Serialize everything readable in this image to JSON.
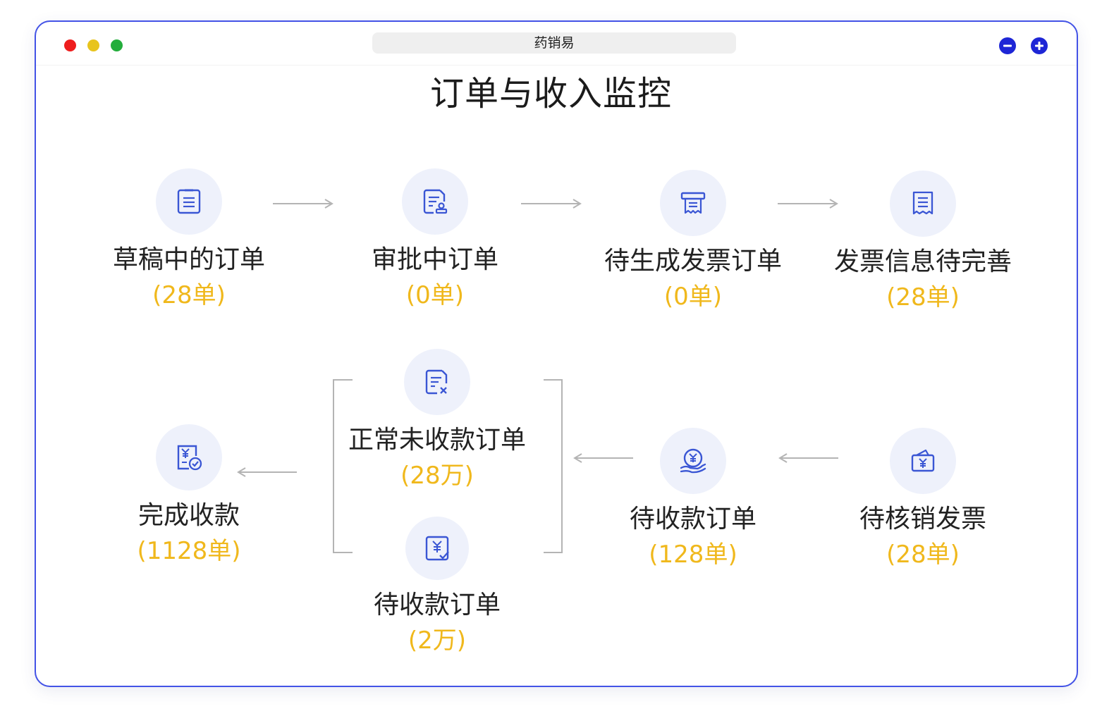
{
  "window": {
    "title": "药销易"
  },
  "main_title": "订单与收入监控",
  "nodes": {
    "draft": {
      "label": "草稿中的订单",
      "count": "(28单)"
    },
    "approving": {
      "label": "审批中订单",
      "count": "(0单)"
    },
    "pending_invoice": {
      "label": "待生成发票订单",
      "count": "(0单)"
    },
    "invoice_incomplete": {
      "label": "发票信息待完善",
      "count": "(28单)"
    },
    "pending_writeoff": {
      "label": "待核销发票",
      "count": "(28单)"
    },
    "pending_payment": {
      "label": "待收款订单",
      "count": "(128单)"
    },
    "normal_unpaid": {
      "label": "正常未收款订单",
      "count": "(28万)"
    },
    "pending_payment_sub": {
      "label": "待收款订单",
      "count": "(2万)"
    },
    "completed": {
      "label": "完成收款",
      "count": "(1128单)"
    }
  },
  "colors": {
    "accent": "#4353e6",
    "count": "#f0b81c",
    "icon": "#3a56d4",
    "icon_bg": "#eef1fb",
    "arrow": "#b4b4b4"
  }
}
